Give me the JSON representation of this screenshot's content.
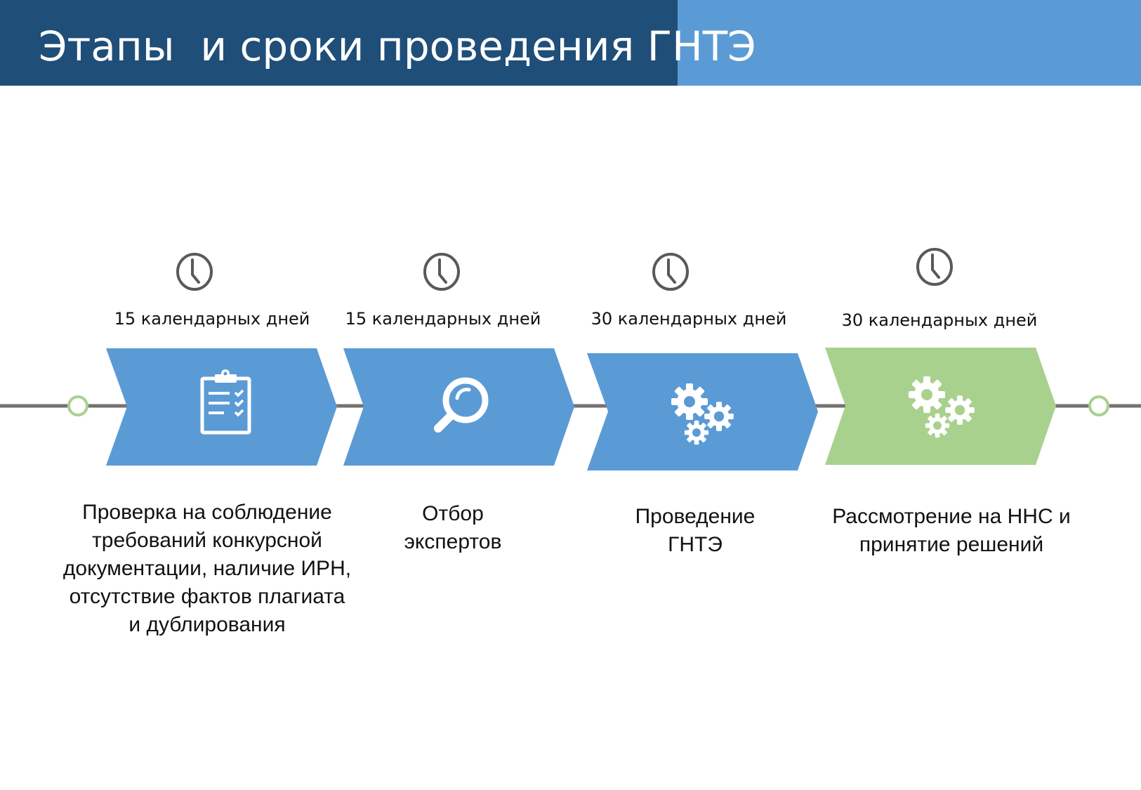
{
  "header": {
    "title": "Этапы  и сроки проведения ГНТЭ",
    "colors": {
      "dark": "#1f4e79",
      "light": "#5b9bd5"
    }
  },
  "timeline": {
    "line_color": "#767171",
    "endpoint_color": "#a9d18e",
    "clock_icon_color": "#595959",
    "stages": [
      {
        "duration": "15 календарных дней",
        "icon": "clipboard-checklist-icon",
        "color": "#5b9bd5",
        "description": "Проверка  на соблюдение\nтребований конкурсной\nдокументации, наличие ИРН,\nотсутствие фактов плагиата\nи дублирования"
      },
      {
        "duration": "15 календарных дней",
        "icon": "magnifier-icon",
        "color": "#5b9bd5",
        "description": "Отбор\nэкспертов"
      },
      {
        "duration": "30 календарных дней",
        "icon": "gears-icon",
        "color": "#5b9bd5",
        "description": "Проведение\nГНТЭ"
      },
      {
        "duration": "30 календарных дней",
        "icon": "gears-icon",
        "color": "#a9d18e",
        "description": "Рассмотрение на ННС и\nпринятие решений"
      }
    ]
  }
}
